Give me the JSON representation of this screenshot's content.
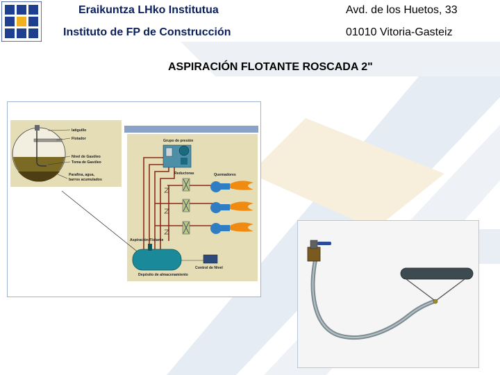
{
  "header": {
    "institute_basque": "Eraikuntza LHko Institutua",
    "institute_spanish": "Instituto de FP de Construcción",
    "address_line1": "Avd. de los Huetos, 33",
    "address_line2": "01010 Vitoria-Gasteiz"
  },
  "slide_title": "ASPIRACIÓN FLOTANTE ROSCADA 2\"",
  "diagram": {
    "detail_labels": {
      "latiguillo": "latiguillo",
      "flotador": "Flotador",
      "nivel": "Nivel de Gasóleo",
      "toma": "Toma de Gasóleo",
      "parafina": "Parafina, agua,",
      "barros": "barros acumulados"
    },
    "system_labels": {
      "grupo_presion": "Grupo de presión",
      "reductoras": "Reductoras",
      "quemadores": "Quemadores",
      "aspiracion": "Aspiración Flotante",
      "control_nivel": "Control de Nivel",
      "deposito": "Depósito de almacenamiento"
    }
  },
  "colors": {
    "header_blue": "#0a1f5c",
    "logo_blue": "#1f3f8f",
    "logo_gold": "#f0b020",
    "diagram_bg": "#e4ddb6",
    "tank_teal": "#1a8a9a",
    "pipe": "#8a2a1a",
    "flame": "#f08a10"
  }
}
